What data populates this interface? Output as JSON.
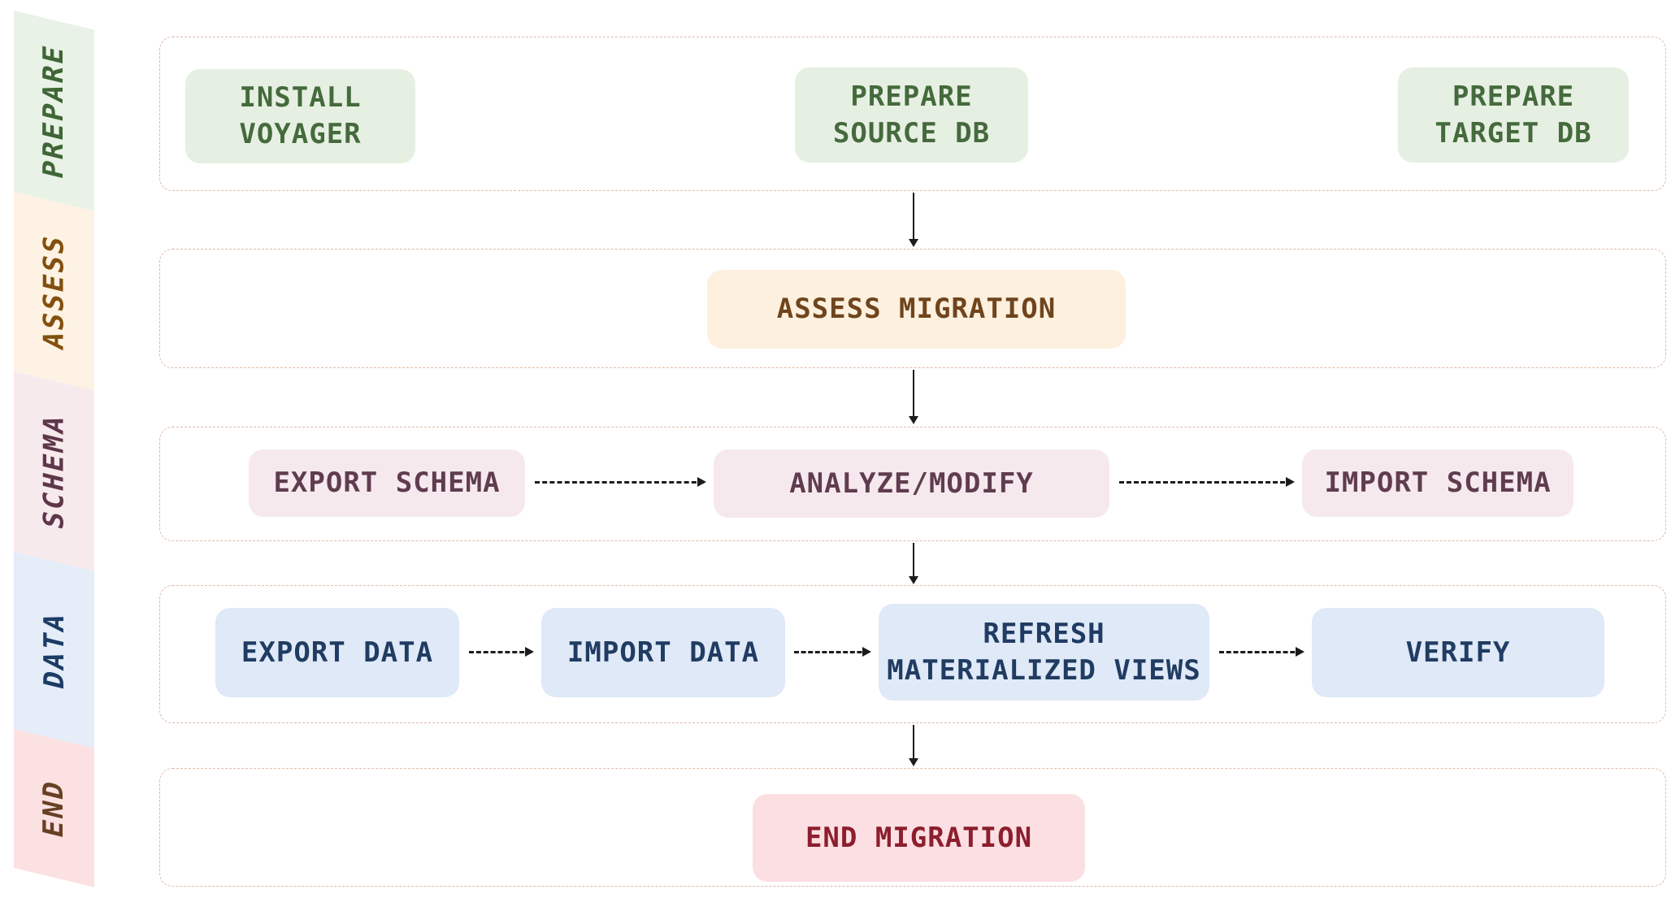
{
  "ribbon": {
    "segments": [
      {
        "id": "prepare",
        "label": "PREPARE",
        "bg": "#e9f2e6",
        "color": "#3f6636"
      },
      {
        "id": "assess",
        "label": "ASSESS",
        "bg": "#fdf2e3",
        "color": "#82500e"
      },
      {
        "id": "schema",
        "label": "SCHEMA",
        "bg": "#f7eaed",
        "color": "#5d3749"
      },
      {
        "id": "data",
        "label": "DATA",
        "bg": "#e4edf8",
        "color": "#1c3c66"
      },
      {
        "id": "end",
        "label": "END",
        "bg": "#fce1e2",
        "color": "#684023"
      }
    ]
  },
  "lanes": [
    {
      "id": "prepare",
      "nodes": [
        {
          "id": "install-voyager",
          "label": "INSTALL\nVOYAGER"
        },
        {
          "id": "prepare-source-db",
          "label": "PREPARE\nSOURCE DB"
        },
        {
          "id": "prepare-target-db",
          "label": "PREPARE\nTARGET DB"
        }
      ]
    },
    {
      "id": "assess",
      "nodes": [
        {
          "id": "assess-migration",
          "label": "ASSESS MIGRATION"
        }
      ]
    },
    {
      "id": "schema",
      "nodes": [
        {
          "id": "export-schema",
          "label": "EXPORT SCHEMA"
        },
        {
          "id": "analyze-modify",
          "label": "ANALYZE/MODIFY"
        },
        {
          "id": "import-schema",
          "label": "IMPORT SCHEMA"
        }
      ]
    },
    {
      "id": "data",
      "nodes": [
        {
          "id": "export-data",
          "label": "EXPORT DATA"
        },
        {
          "id": "import-data",
          "label": "IMPORT DATA"
        },
        {
          "id": "refresh-materialized-views",
          "label": "REFRESH\nMATERIALIZED VIEWS"
        },
        {
          "id": "verify",
          "label": "VERIFY"
        }
      ]
    },
    {
      "id": "end",
      "nodes": [
        {
          "id": "end-migration",
          "label": "END MIGRATION"
        }
      ]
    }
  ],
  "connections": [
    {
      "from": "prepare-source-db",
      "to": "assess-migration",
      "style": "solid-vertical"
    },
    {
      "from": "assess-migration",
      "to": "analyze-modify",
      "style": "solid-vertical"
    },
    {
      "from": "analyze-modify",
      "to": "refresh-materialized-views",
      "style": "solid-vertical"
    },
    {
      "from": "refresh-materialized-views",
      "to": "end-migration",
      "style": "solid-vertical"
    },
    {
      "from": "export-schema",
      "to": "analyze-modify",
      "style": "dashed-horizontal"
    },
    {
      "from": "analyze-modify",
      "to": "import-schema",
      "style": "dashed-horizontal"
    },
    {
      "from": "export-data",
      "to": "import-data",
      "style": "dashed-horizontal"
    },
    {
      "from": "import-data",
      "to": "refresh-materialized-views",
      "style": "dashed-horizontal"
    },
    {
      "from": "refresh-materialized-views",
      "to": "verify",
      "style": "dashed-horizontal"
    }
  ],
  "palette": {
    "lane_border": "#d9bcab",
    "arrow": "#1c1c1c",
    "green_bg": "#e6f0e2",
    "green_text": "#456a3d",
    "cream_bg": "#fdf0de",
    "cream_text": "#6f451d",
    "pink_bg": "#f6e9ed",
    "pink_text": "#603c4f",
    "blue_bg": "#dfe9f7",
    "blue_text": "#203c62",
    "red_bg": "#fcdfe2",
    "red_text": "#8c1e2d",
    "background": "#ffffff"
  }
}
